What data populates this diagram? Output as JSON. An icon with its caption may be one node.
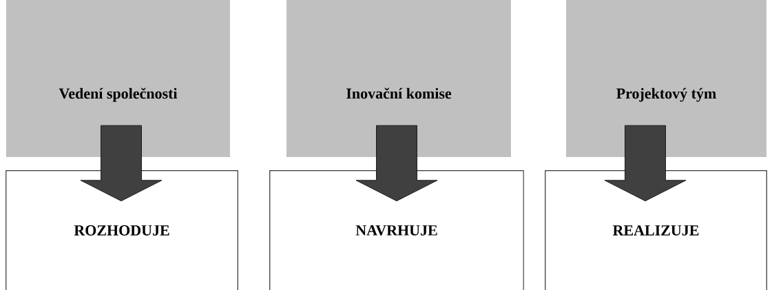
{
  "diagram": {
    "nodes": [
      {
        "text": [
          "Vedení společnosti"
        ]
      },
      {
        "text": [
          "Inovační komise"
        ]
      },
      {
        "text": [
          "Projektový tým"
        ]
      },
      {
        "text": [
          "ROZHODUJE"
        ]
      },
      {
        "text": [
          "NAVRHUJE"
        ]
      },
      {
        "text": [
          "REALIZUJE"
        ]
      }
    ],
    "edges": [
      {
        "from": 0,
        "to": 3,
        "arrow": "to"
      },
      {
        "from": 1,
        "to": 4,
        "arrow": "to"
      },
      {
        "from": 2,
        "to": 5,
        "arrow": "to"
      }
    ]
  }
}
